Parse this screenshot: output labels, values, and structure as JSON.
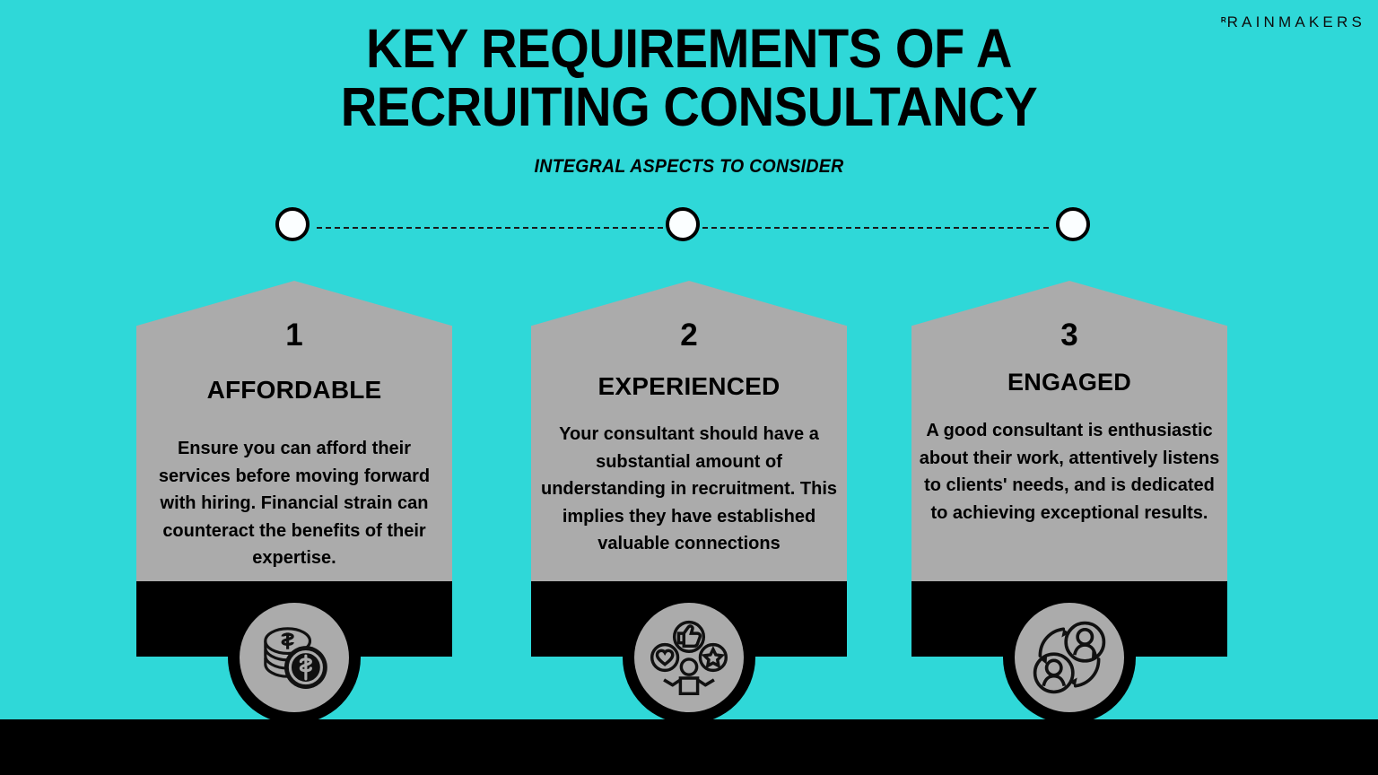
{
  "brand": {
    "mark": "ᴿ",
    "name": "RAINMAKERS"
  },
  "header": {
    "title_line1": "KEY REQUIREMENTS OF A",
    "title_line2": "RECRUITING CONSULTANCY",
    "subtitle": "INTEGRAL ASPECTS TO CONSIDER"
  },
  "colors": {
    "background": "#2FD8D8",
    "card": "#ABABAB",
    "accent_dark": "#000000",
    "dot_fill": "#FBFEFF"
  },
  "timeline": {
    "dots": [
      "step-1",
      "step-2",
      "step-3"
    ]
  },
  "cards": [
    {
      "number": "1",
      "heading": "AFFORDABLE",
      "body": "Ensure you can afford their services before moving forward with hiring. Financial strain can counteract the benefits of their expertise.",
      "icon": "coins-dollar-icon"
    },
    {
      "number": "2",
      "heading": "EXPERIENCED",
      "body": "Your consultant should have a substantial amount of understanding in recruitment. This implies they have established valuable connections",
      "icon": "person-satisfaction-icon"
    },
    {
      "number": "3",
      "heading": "ENGAGED",
      "body": "A good consultant is enthusiastic about their work, attentively listens to clients' needs, and is dedicated to achieving exceptional results.",
      "icon": "people-exchange-icon"
    }
  ]
}
